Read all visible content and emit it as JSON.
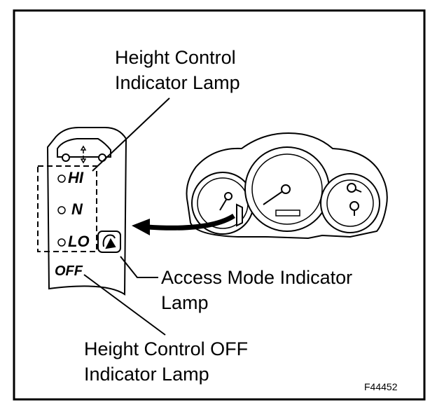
{
  "labels": {
    "height_control_line1": "Height Control",
    "height_control_line2": "Indicator Lamp",
    "access_mode_line1": "Access Mode Indicator",
    "access_mode_line2": "Lamp",
    "height_off_line1": "Height Control OFF",
    "height_off_line2": "Indicator Lamp"
  },
  "panel": {
    "hi": "HI",
    "n": "N",
    "lo": "LO",
    "off": "OFF"
  },
  "figure_id": "F44452",
  "colors": {
    "ink": "#000000",
    "background": "#ffffff"
  }
}
